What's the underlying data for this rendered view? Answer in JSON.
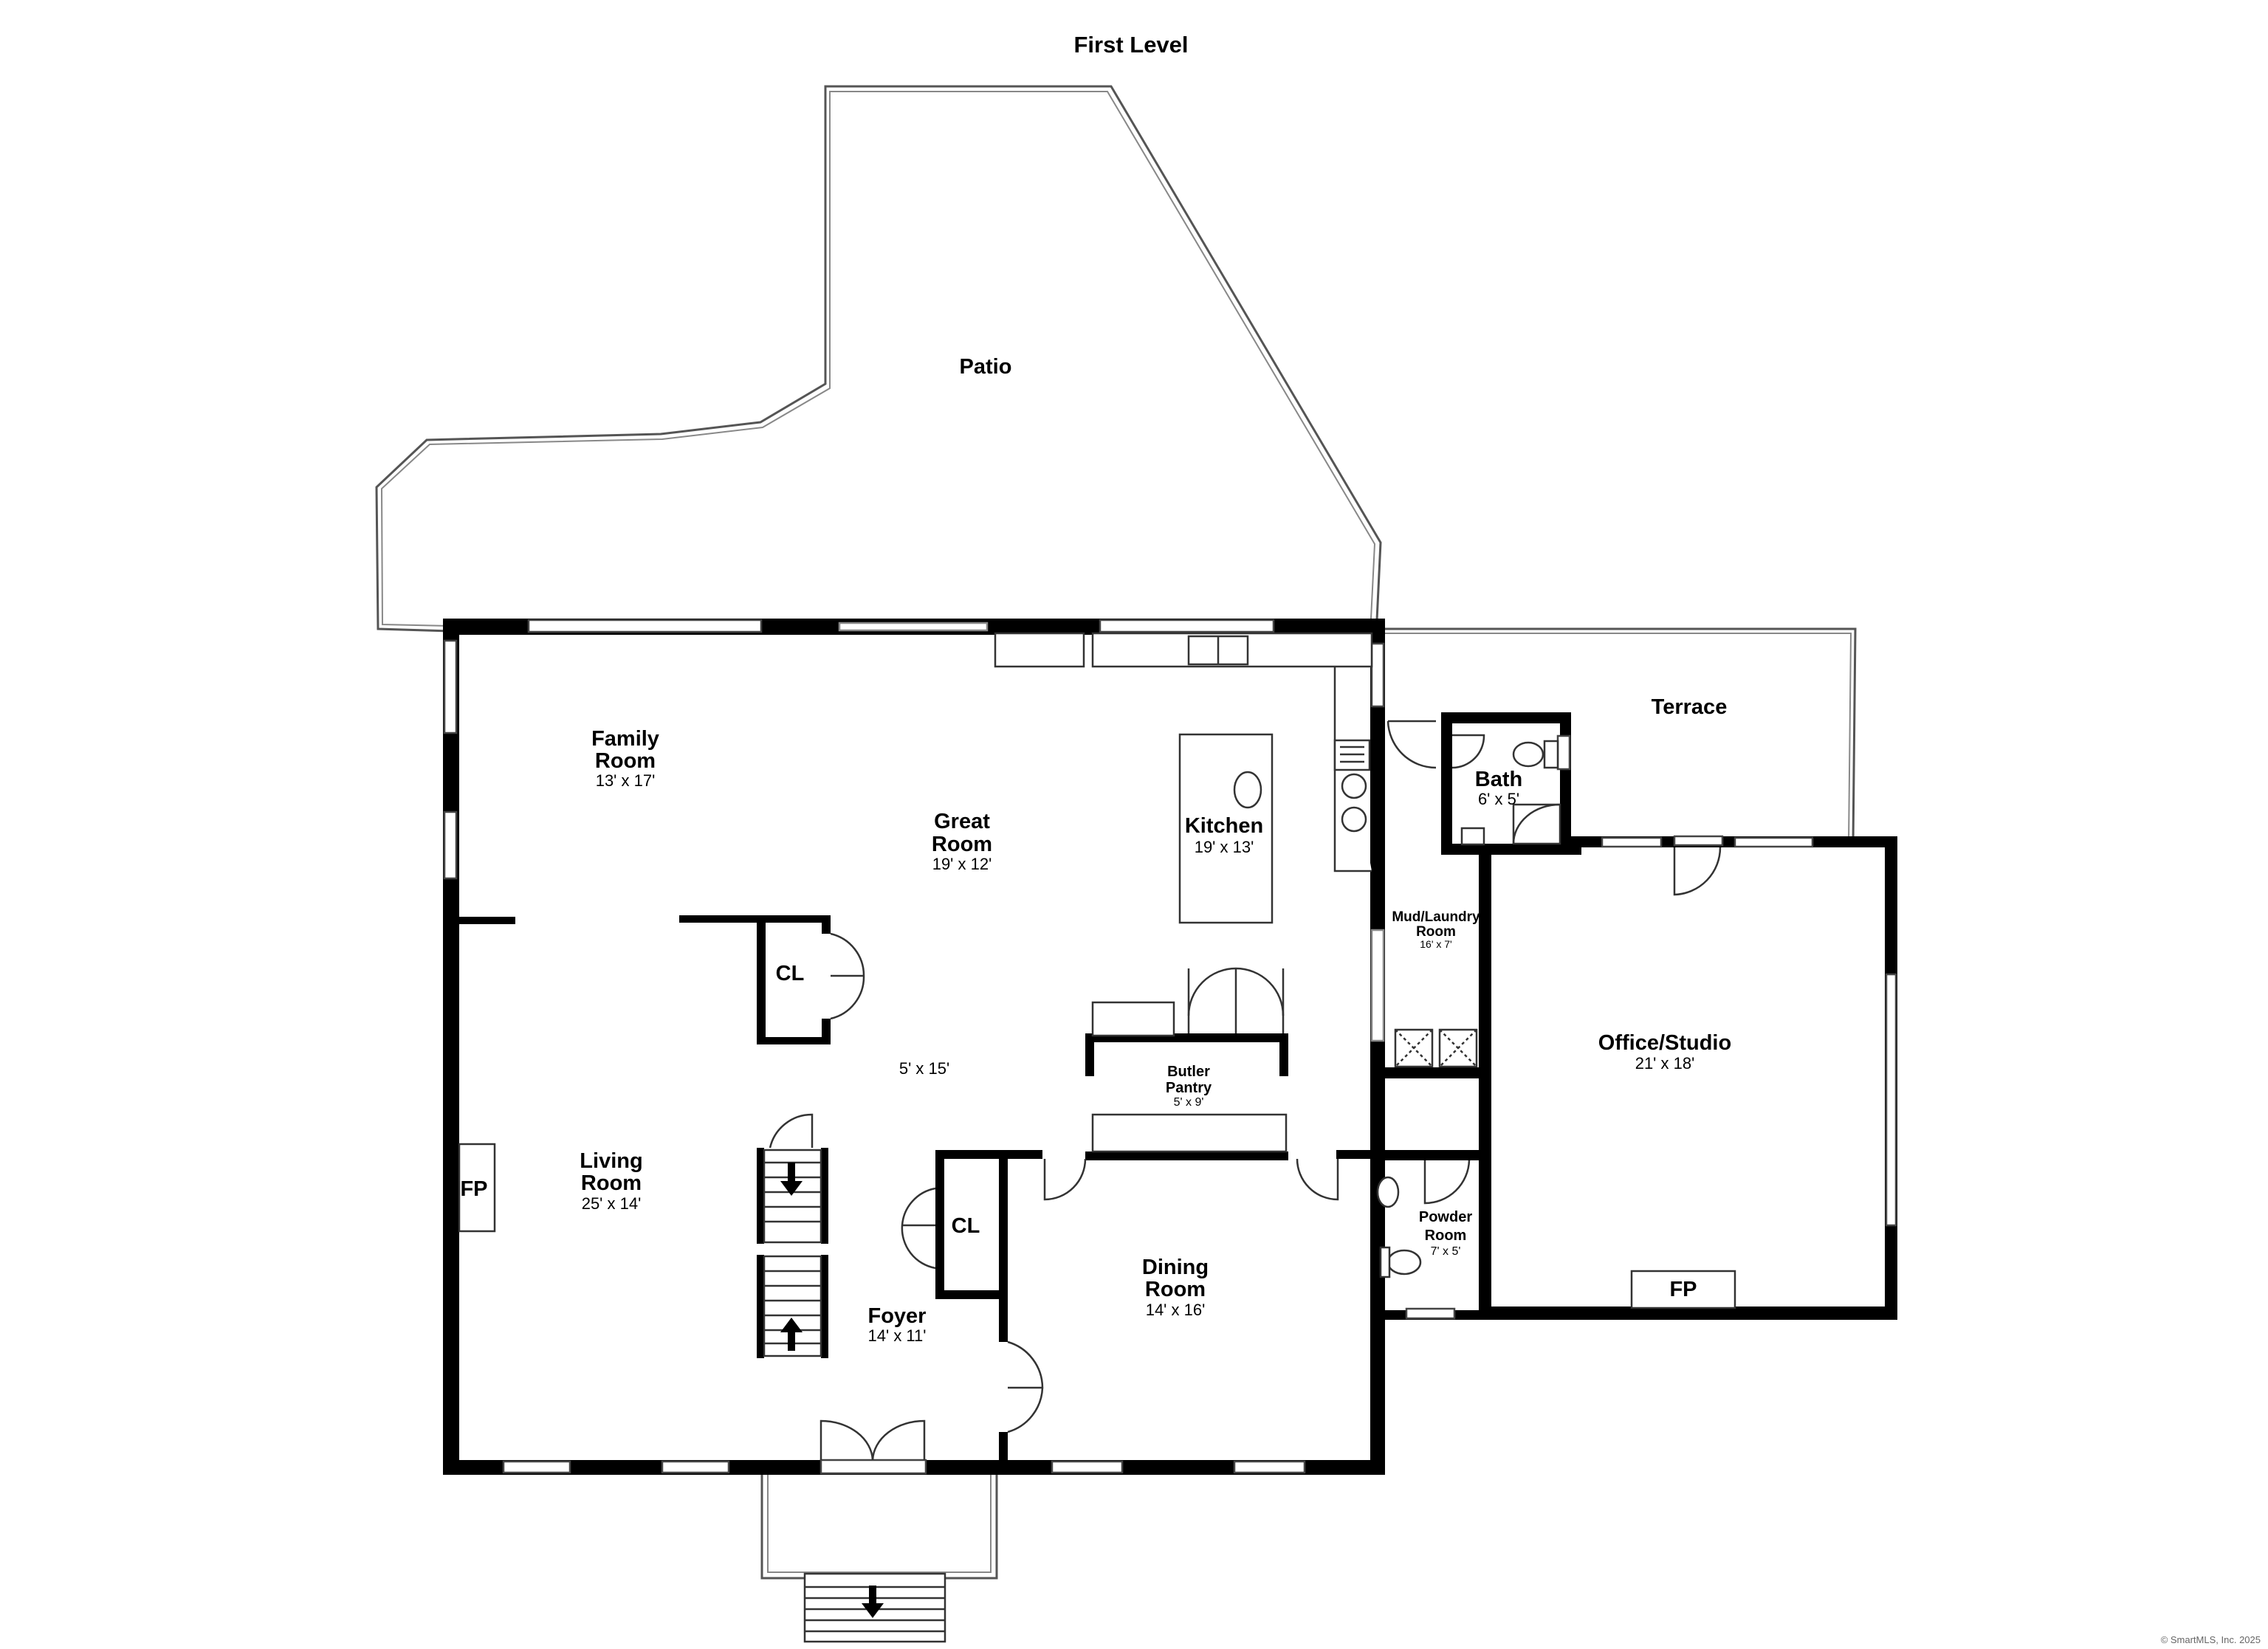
{
  "title": "First Level",
  "copyright": "© SmartMLS, Inc. 2025",
  "rooms": {
    "patio": {
      "name": "Patio"
    },
    "terrace": {
      "name": "Terrace"
    },
    "family": {
      "name1": "Family",
      "name2": "Room",
      "dim": "13' x 17'"
    },
    "great": {
      "name1": "Great",
      "name2": "Room",
      "dim": "19' x 12'"
    },
    "kitchen": {
      "name": "Kitchen",
      "dim": "19' x 13'"
    },
    "bath": {
      "name": "Bath",
      "dim": "6' x 5'"
    },
    "mud": {
      "name1": "Mud/Laundry",
      "name2": "Room",
      "dim": "16' x 7'"
    },
    "office": {
      "name": "Office/Studio",
      "dim": "21' x 18'"
    },
    "closet1": {
      "name": "CL"
    },
    "hall": {
      "dim": "5' x 15'"
    },
    "butler": {
      "name1": "Butler",
      "name2": "Pantry",
      "dim": "5' x 9'"
    },
    "living": {
      "name1": "Living",
      "name2": "Room",
      "dim": "25' x 14'"
    },
    "fp1": {
      "name": "FP"
    },
    "closet2": {
      "name": "CL"
    },
    "foyer": {
      "name": "Foyer",
      "dim": "14' x 11'"
    },
    "dining": {
      "name1": "Dining",
      "name2": "Room",
      "dim": "14' x 16'"
    },
    "powder": {
      "name1": "Powder",
      "name2": "Room",
      "dim": "7' x 5'"
    },
    "fp2": {
      "name": "FP"
    }
  }
}
